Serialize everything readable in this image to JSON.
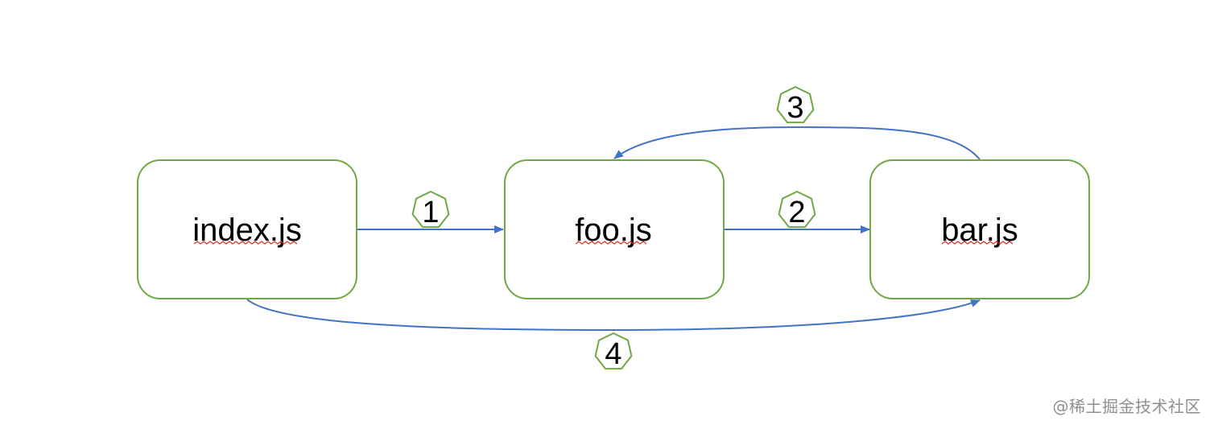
{
  "diagram": {
    "colors": {
      "node_border": "#70a845",
      "edge": "#4472c4",
      "badge_border": "#70a845",
      "spellcheck_underline": "#e02b2b"
    },
    "nodes": [
      {
        "id": "index",
        "label": "index.js"
      },
      {
        "id": "foo",
        "label": "foo.js"
      },
      {
        "id": "bar",
        "label": "bar.js"
      }
    ],
    "edges": [
      {
        "from": "index",
        "to": "foo",
        "step": "1"
      },
      {
        "from": "foo",
        "to": "bar",
        "step": "2"
      },
      {
        "from": "bar",
        "to": "foo",
        "step": "3"
      },
      {
        "from": "index",
        "to": "bar",
        "step": "4"
      }
    ]
  },
  "watermark": "@稀土掘金技术社区"
}
